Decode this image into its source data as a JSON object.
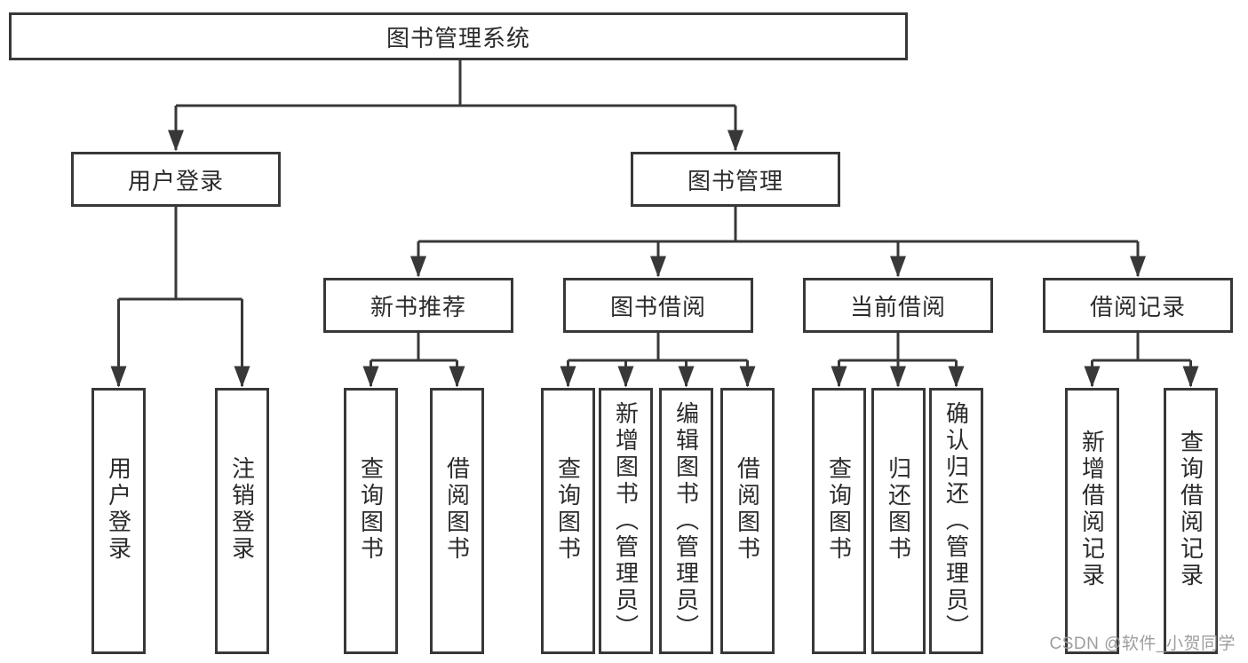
{
  "diagram": {
    "title": "图书管理系统",
    "root": {
      "label": "图书管理系统"
    },
    "level2": [
      {
        "label": "用户登录"
      },
      {
        "label": "图书管理"
      }
    ],
    "level3": [
      {
        "label": "新书推荐"
      },
      {
        "label": "图书借阅"
      },
      {
        "label": "当前借阅"
      },
      {
        "label": "借阅记录"
      }
    ],
    "leaves": [
      {
        "label": "用户登录",
        "parent": "用户登录"
      },
      {
        "label": "注销登录",
        "parent": "用户登录"
      },
      {
        "label": "查询图书",
        "parent": "新书推荐"
      },
      {
        "label": "借阅图书",
        "parent": "新书推荐"
      },
      {
        "label": "查询图书",
        "parent": "图书借阅"
      },
      {
        "label": "新增图书（管理员）",
        "parent": "图书借阅"
      },
      {
        "label": "编辑图书（管理员）",
        "parent": "图书借阅"
      },
      {
        "label": "借阅图书",
        "parent": "图书借阅"
      },
      {
        "label": "查询图书",
        "parent": "当前借阅"
      },
      {
        "label": "归还图书",
        "parent": "当前借阅"
      },
      {
        "label": "确认归还（管理员）",
        "parent": "当前借阅"
      },
      {
        "label": "新增借阅记录",
        "parent": "借阅记录"
      },
      {
        "label": "查询借阅记录",
        "parent": "借阅记录"
      }
    ]
  },
  "watermark": {
    "text": "CSDN @软件_小贺同学"
  },
  "colors": {
    "line": "#383838",
    "text": "#2b2b2b",
    "background": "#ffffff",
    "watermark": "#9d9d9d"
  }
}
